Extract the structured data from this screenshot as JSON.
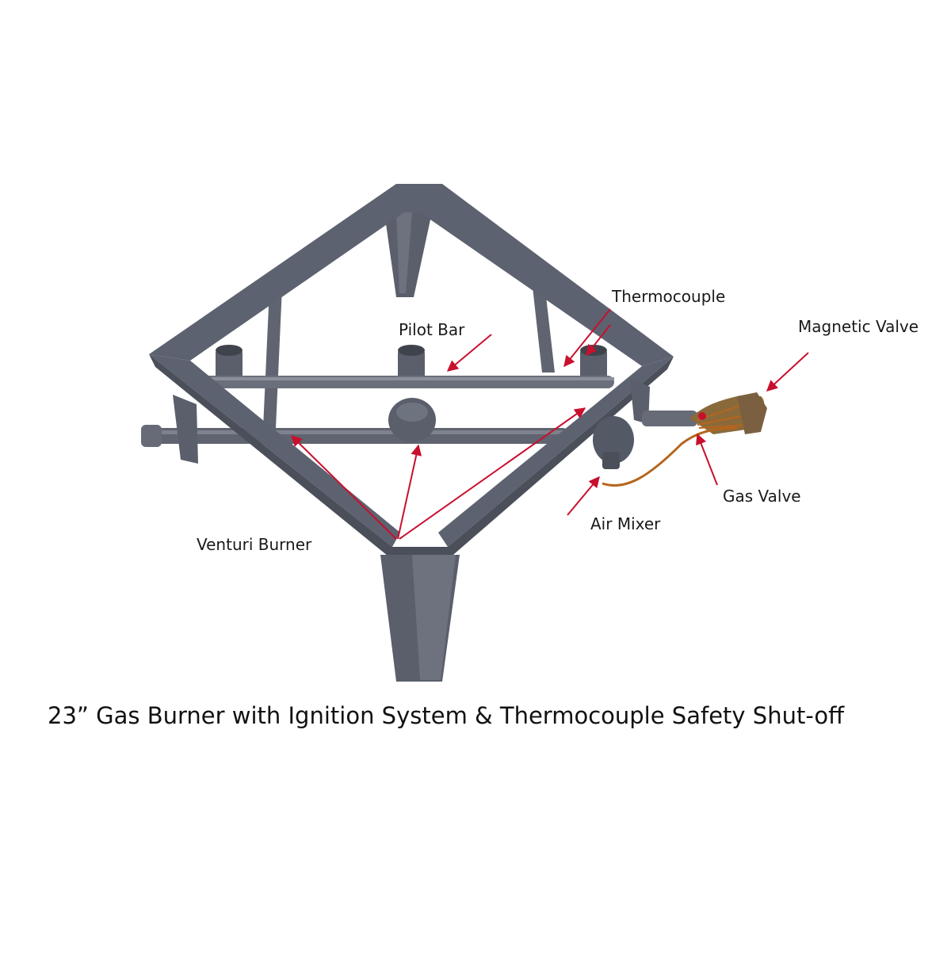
{
  "caption": "23” Gas Burner  with Ignition System & Thermocouple  Safety Shut-off",
  "labels": {
    "thermocouple": "Thermocouple",
    "magnetic_valve": "Magnetic Valve",
    "pilot_bar": "Pilot Bar",
    "gas_valve": "Gas Valve",
    "air_mixer": "Air Mixer",
    "venturi_burner": "Venturi Burner"
  },
  "colors": {
    "frame": "#5f6470",
    "frame_dark": "#4a4f5a",
    "frame_light": "#7a7f8a",
    "arrow": "#c8102e",
    "wire": "#b5651d"
  }
}
